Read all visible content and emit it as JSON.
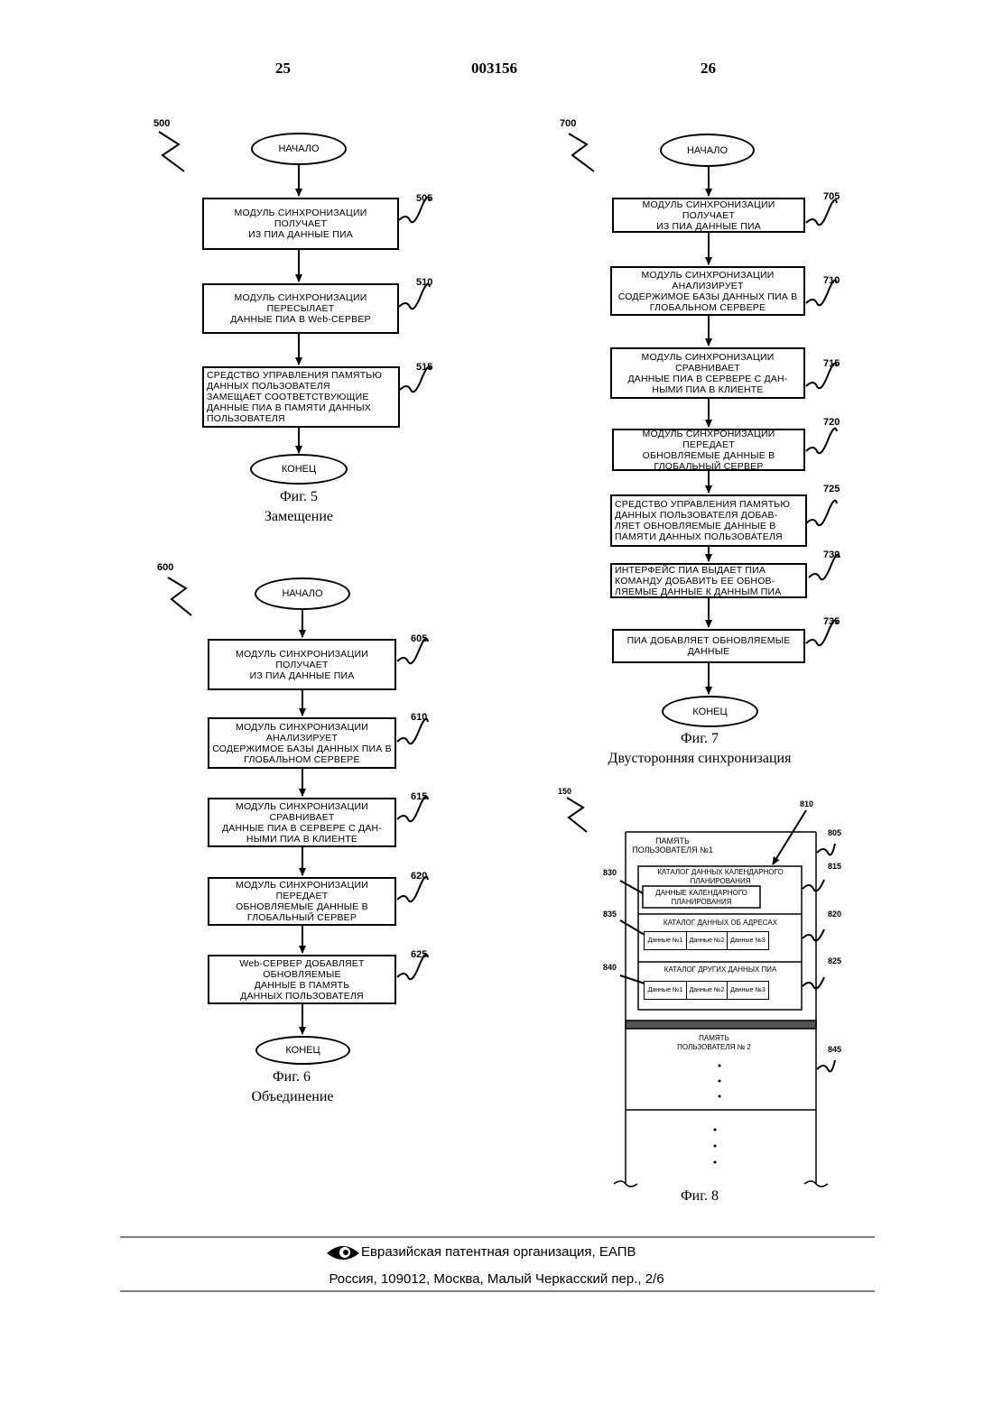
{
  "header": {
    "page_left": "25",
    "doc_number": "003156",
    "page_right": "26"
  },
  "fig5": {
    "id": "500",
    "start": "НАЧАЛО",
    "end": "КОНЕЦ",
    "steps": [
      {
        "ref": "505",
        "text": "МОДУЛЬ СИНХРОНИЗАЦИИ ПОЛУЧАЕТ\nИЗ ПИА ДАННЫЕ ПИА"
      },
      {
        "ref": "510",
        "text": "МОДУЛЬ СИНХРОНИЗАЦИИ ПЕРЕСЫЛАЕТ\nДАННЫЕ ПИА В Web-СЕРВЕР"
      },
      {
        "ref": "515",
        "text": "СРЕДСТВО УПРАВЛЕНИЯ ПАМЯТЬЮ\nДАННЫХ ПОЛЬЗОВАТЕЛЯ\nЗАМЕЩАЕТ СООТВЕТСТВУЮЩИЕ\nДАННЫЕ ПИА В ПАМЯТИ ДАННЫХ\nПОЛЬЗОВАТЕЛЯ"
      }
    ],
    "caption": "Фиг. 5",
    "subtitle": "Замещение"
  },
  "fig6": {
    "id": "600",
    "start": "НАЧАЛО",
    "end": "КОНЕЦ",
    "steps": [
      {
        "ref": "605",
        "text": "МОДУЛЬ СИНХРОНИЗАЦИИ ПОЛУЧАЕТ\nИЗ ПИА ДАННЫЕ ПИА"
      },
      {
        "ref": "610",
        "text": "МОДУЛЬ СИНХРОНИЗАЦИИ АНАЛИЗИРУЕТ\nСОДЕРЖИМОЕ БАЗЫ ДАННЫХ ПИА В\nГЛОБАЛЬНОМ СЕРВЕРЕ"
      },
      {
        "ref": "615",
        "text": "МОДУЛЬ СИНХРОНИЗАЦИИ СРАВНИВАЕТ\nДАННЫЕ ПИА В СЕРВЕРЕ С ДАН-\nНЫМИ ПИА В КЛИЕНТЕ"
      },
      {
        "ref": "620",
        "text": "МОДУЛЬ СИНХРОНИЗАЦИИ ПЕРЕДАЕТ\nОБНОВЛЯЕМЫЕ ДАННЫЕ В\nГЛОБАЛЬНЫЙ СЕРВЕР"
      },
      {
        "ref": "625",
        "text": "Web-СЕРВЕР ДОБАВЛЯЕТ ОБНОВЛЯЕМЫЕ\nДАННЫЕ В ПАМЯТЬ\nДАННЫХ ПОЛЬЗОВАТЕЛЯ"
      }
    ],
    "caption": "Фиг. 6",
    "subtitle": "Объединение"
  },
  "fig7": {
    "id": "700",
    "start": "НАЧАЛО",
    "end": "КОНЕЦ",
    "steps": [
      {
        "ref": "705",
        "text": "МОДУЛЬ СИНХРОНИЗАЦИИ ПОЛУЧАЕТ\nИЗ ПИА ДАННЫЕ ПИА"
      },
      {
        "ref": "710",
        "text": "МОДУЛЬ СИНХРОНИЗАЦИИ АНАЛИЗИРУЕТ\nСОДЕРЖИМОЕ БАЗЫ ДАННЫХ ПИА В\nГЛОБАЛЬНОМ СЕРВЕРЕ"
      },
      {
        "ref": "715",
        "text": "МОДУЛЬ СИНХРОНИЗАЦИИ СРАВНИВАЕТ\nДАННЫЕ ПИА В СЕРВЕРЕ С ДАН-\nНЫМИ ПИА В КЛИЕНТЕ"
      },
      {
        "ref": "720",
        "text": "МОДУЛЬ СИНХРОНИЗАЦИИ ПЕРЕДАЕТ\nОБНОВЛЯЕМЫЕ ДАННЫЕ В\nГЛОБАЛЬНЫЙ СЕРВЕР"
      },
      {
        "ref": "725",
        "text": "СРЕДСТВО УПРАВЛЕНИЯ ПАМЯТЬЮ\nДАННЫХ ПОЛЬЗОВАТЕЛЯ ДОБАВ-\nЛЯЕТ ОБНОВЛЯЕМЫЕ ДАННЫЕ В\nПАМЯТИ ДАННЫХ ПОЛЬЗОВАТЕЛЯ"
      },
      {
        "ref": "730",
        "text": "ИНТЕРФЕЙС ПИА ВЫДАЕТ ПИА\nКОМАНДУ ДОБАВИТЬ ЕЕ ОБНОВ-\nЛЯЕМЫЕ ДАННЫЕ К ДАННЫМ ПИА"
      },
      {
        "ref": "735",
        "text": "ПИА ДОБАВЛЯЕТ ОБНОВЛЯЕМЫЕ\nДАННЫЕ"
      }
    ],
    "caption": "Фиг. 7",
    "subtitle": "Двусторонняя синхронизация"
  },
  "fig8": {
    "id": "150",
    "ref_810": "810",
    "ref_805": "805",
    "ref_815": "815",
    "ref_830": "830",
    "ref_835": "835",
    "ref_820": "820",
    "ref_840": "840",
    "ref_825": "825",
    "ref_845": "845",
    "memory1": "ПАМЯТЬ\nПОЛЬЗОВАТЕЛЯ №1",
    "calendar_catalog": "КАТАЛОГ ДАННЫХ КАЛЕНДАРНОГО\nПЛАНИРОВАНИЯ",
    "calendar_data": "ДАННЫЕ КАЛЕНДАРНОГО\nПЛАНИРОВАНИЯ",
    "address_catalog": "КАТАЛОГ ДАННЫХ ОБ АДРЕСАХ",
    "other_catalog": "КАТАЛОГ ДРУГИХ ДАННЫХ ПИА",
    "cells": [
      "Данные №1",
      "Данные №2",
      "Данные №3"
    ],
    "memory2": "ПАМЯТЬ\nПОЛЬЗОВАТЕЛЯ № 2",
    "caption": "Фиг. 8"
  },
  "footer": {
    "org": "Евразийская патентная организация, ЕАПВ",
    "address": "Россия, 109012, Москва, Малый Черкасский пер., 2/6"
  }
}
